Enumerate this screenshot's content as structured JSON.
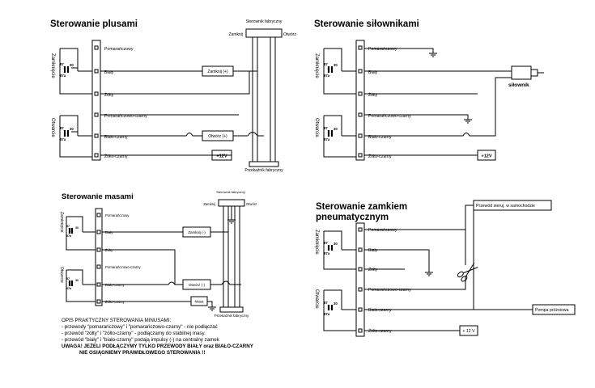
{
  "panels": {
    "plusy": {
      "title": "Sterowanie plusami",
      "labels": [
        "Pomarańczowy",
        "Biały",
        "Żółty",
        "Pomarańczowo-czarny",
        "Biało-czarny",
        "Żółto-czarny"
      ],
      "side_top": "Zamknięcie",
      "side_bottom": "Otwarcie",
      "pin_a": "87",
      "pin_b": "87a",
      "pin_c": "30",
      "factory_ctrl": "Sterownik fabryczny",
      "closed": "Zamknij",
      "open": "Otwórz",
      "box_close": "Zamknij (+)",
      "box_open": "Otwórz (+)",
      "plus12": "+12V",
      "relay": "Przekaźnik fabryczny"
    },
    "silowniki": {
      "title": "Sterowanie siłownikami",
      "labels": [
        "Pomarańczowy",
        "Biały",
        "Żółty",
        "Pomarańczowo-czarny",
        "Biało-czarny",
        "Żółto-czarny"
      ],
      "side_top": "Zamknięcie",
      "side_bottom": "Otwarcie",
      "pin_a": "87",
      "pin_b": "87a",
      "pin_c": "30",
      "actuator": "siłownik",
      "plus12": "+12V"
    },
    "masy": {
      "title": "Sterowanie masami",
      "labels": [
        "Pomarańczowy",
        "Biały",
        "Żółty",
        "Pomarańczowo-czarny",
        "Biało-czarny",
        "Żółto-czarny"
      ],
      "side_top": "Zamknięcie",
      "side_bottom": "Otwarcie",
      "pin_a": "87",
      "pin_b": "87a",
      "pin_c": "30",
      "factory_ctrl": "Sterownik fabryczny",
      "closed": "Zamknij",
      "open": "Otwórz",
      "box_close": "Zamknij (-)",
      "box_open": "Otwórz (-)",
      "ground": "Masa",
      "relay": "Przekaźnik fabryczny",
      "notes": [
        "OPIS PRAKTYCZNY STEROWANIA MINUSAMI:",
        "- przewody \"pomarańczowy\" i \"pomarańczowo-czarny\" - nie podłączać",
        "- przewód \"żółty\" i \"żółto-czarny\" - podłączamy do stabilnej masy.",
        "- przewód \"biały\" i \"biało-czarny\" podają impulsy (-) na centralny zamek",
        "UWAGA! JEŻELI PODŁĄCZYMY TYLKO PRZEWODY BIAŁY oraz BIAŁO-CZARNY",
        "NIE OSIĄGNIEMY PRAWIDŁOWEGO STEROWANIA !!"
      ]
    },
    "pneumatyka": {
      "title_1": "Sterowanie zamkiem",
      "title_2": "pneumatycznym",
      "labels": [
        "Pomarańczowy",
        "Biały",
        "Żółty",
        "Pomarańczowo-czarny",
        "Biało-czarny",
        "Żółto-czarny"
      ],
      "side_top": "Zamknięcie",
      "side_bottom": "Otwarcie",
      "pin_a": "87",
      "pin_b": "87a",
      "pin_c": "30",
      "car_wire": "Przewód steruj. w samochodzie",
      "pump": "Pompa próżniowa",
      "plus12": "+ 12 V"
    }
  }
}
